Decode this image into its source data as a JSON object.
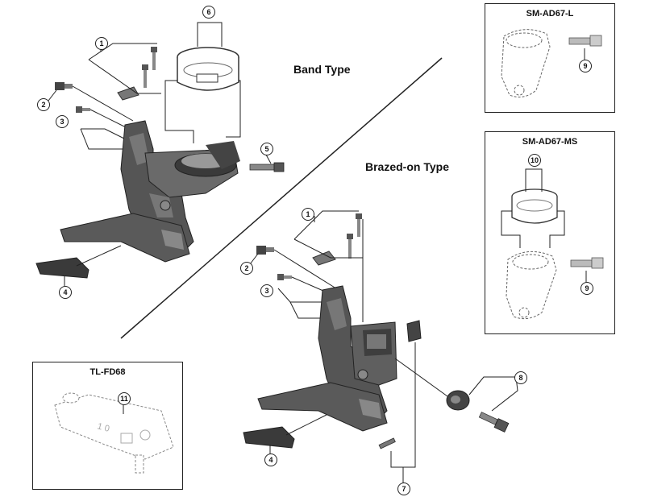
{
  "sections": {
    "band_type": "Band Type",
    "brazed_on_type": "Brazed-on Type"
  },
  "boxes": {
    "sm_ad67_l": "SM-AD67-L",
    "sm_ad67_ms": "SM-AD67-MS",
    "tl_fd68": "TL-FD68"
  },
  "callouts": {
    "c1": "1",
    "c2": "2",
    "c3": "3",
    "c4": "4",
    "c5": "5",
    "c6": "6",
    "c7": "7",
    "c8": "8",
    "c9": "9",
    "c10": "10",
    "c11": "11"
  },
  "colors": {
    "part_dark": "#4a4a4a",
    "part_mid": "#8a8a8a",
    "part_light": "#c8c8c8",
    "line": "#222222"
  }
}
